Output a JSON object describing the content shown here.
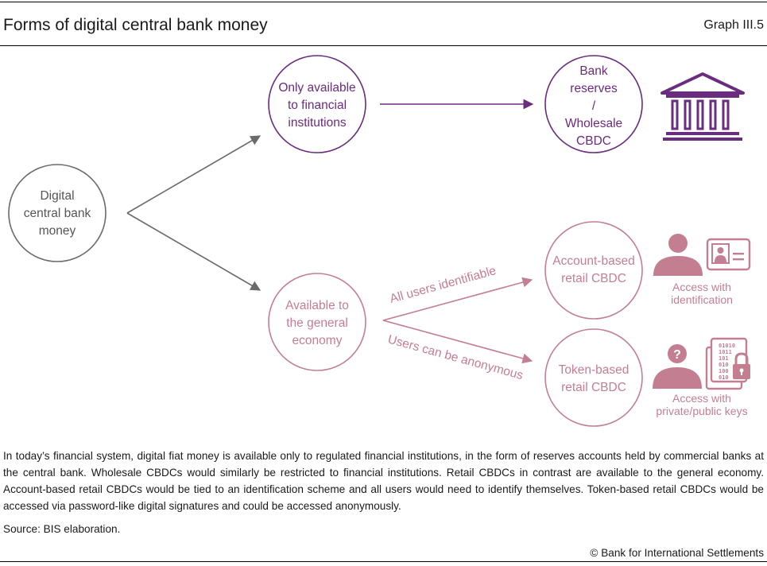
{
  "header": {
    "title": "Forms of digital central bank money",
    "graph_number": "Graph III.5"
  },
  "diagram": {
    "root": {
      "lines": [
        "Digital",
        "central bank",
        "money"
      ]
    },
    "wholesale_branch": {
      "node": {
        "lines": [
          "Only available",
          "to financial",
          "institutions"
        ]
      },
      "result": {
        "lines": [
          "Bank",
          "reserves",
          "/",
          "Wholesale",
          "CBDC"
        ]
      },
      "icon": "bank-building-icon"
    },
    "retail_branch": {
      "node": {
        "lines": [
          "Available to",
          "the general",
          "economy"
        ]
      },
      "edge_identifiable": "All users identifiable",
      "edge_anonymous": "Users can be anonymous",
      "account_based": {
        "lines": [
          "Account-based",
          "retail CBDC"
        ],
        "access_label": [
          "Access with",
          "identification"
        ],
        "icons": [
          "person-icon",
          "id-card-icon"
        ]
      },
      "token_based": {
        "lines": [
          "Token-based",
          "retail CBDC"
        ],
        "access_label": [
          "Access with",
          "private/public keys"
        ],
        "icons": [
          "anonymous-person-icon",
          "binary-lock-icon"
        ],
        "binary_rows": [
          "01010",
          "1011",
          "101",
          "010",
          "100",
          "010"
        ]
      }
    },
    "colors": {
      "root": "#6b6b6b",
      "wholesale": "#6a2c7e",
      "retail": "#c47e92",
      "arrow_grey": "#6b6b6b"
    }
  },
  "caption": "In today’s financial system, digital fiat money is available only to regulated financial institutions, in the form of reserves accounts held by commercial banks at the central bank. Wholesale CBDCs would similarly be restricted to financial institutions. Retail CBDCs in contrast are available to the general economy. Account-based retail CBDCs would be tied to an identification scheme and all users would need to identify themselves. Token-based retail CBDCs would be accessed via password-like digital signatures and could be accessed anonymously.",
  "source": "Source: BIS elaboration.",
  "copyright": "© Bank for International Settlements"
}
